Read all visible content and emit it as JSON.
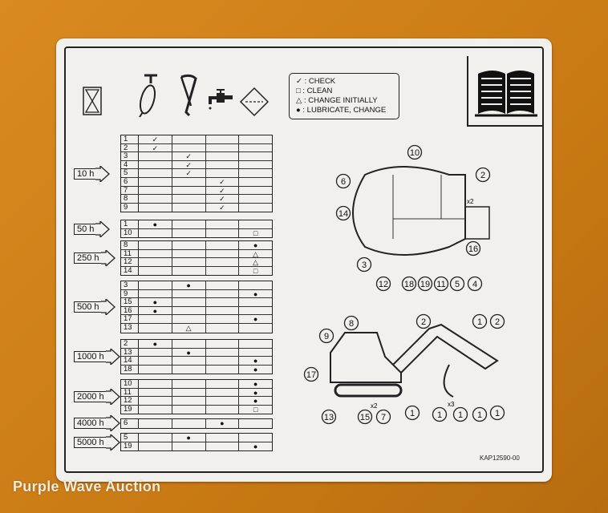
{
  "legend": {
    "items": [
      {
        "symbol": "✓",
        "text": ": CHECK"
      },
      {
        "symbol": "□",
        "text": ": CLEAN"
      },
      {
        "symbol": "△",
        "text": ": CHANGE INITIALLY"
      },
      {
        "symbol": "●",
        "text": ": LUBRICATE, CHANGE"
      }
    ]
  },
  "column_icons": [
    "hourglass-icon",
    "grease-gun-icon",
    "dipstick-icon",
    "drain-tap-icon",
    "diamond-filter-icon"
  ],
  "intervals": [
    {
      "label": "10 h",
      "rows": [
        [
          "1",
          "✓",
          "",
          "",
          ""
        ],
        [
          "2",
          "✓",
          "",
          "",
          ""
        ],
        [
          "3",
          "",
          "✓",
          "",
          ""
        ],
        [
          "4",
          "",
          "✓",
          "",
          ""
        ],
        [
          "5",
          "",
          "✓",
          "",
          ""
        ],
        [
          "6",
          "",
          "",
          "✓",
          ""
        ],
        [
          "7",
          "",
          "",
          "✓",
          ""
        ],
        [
          "8",
          "",
          "",
          "✓",
          ""
        ],
        [
          "9",
          "",
          "",
          "✓",
          ""
        ]
      ]
    },
    {
      "label": "50 h",
      "rows": [
        [
          "1",
          "●",
          "",
          "",
          ""
        ],
        [
          "10",
          "",
          "",
          "",
          "□"
        ]
      ]
    },
    {
      "label": "250 h",
      "rows": [
        [
          "8",
          "",
          "",
          "",
          "●"
        ],
        [
          "11",
          "",
          "",
          "",
          "△"
        ],
        [
          "12",
          "",
          "",
          "",
          "△"
        ],
        [
          "14",
          "",
          "",
          "",
          "□"
        ]
      ]
    },
    {
      "label": "500 h",
      "rows": [
        [
          "3",
          "",
          "●",
          "",
          ""
        ],
        [
          "9",
          "",
          "",
          "",
          "●"
        ],
        [
          "15",
          "●",
          "",
          "",
          ""
        ],
        [
          "16",
          "●",
          "",
          "",
          ""
        ],
        [
          "17",
          "",
          "",
          "",
          "●"
        ],
        [
          "13",
          "",
          "△",
          "",
          ""
        ]
      ]
    },
    {
      "label": "1000 h",
      "rows": [
        [
          "2",
          "●",
          "",
          "",
          ""
        ],
        [
          "13",
          "",
          "●",
          "",
          ""
        ],
        [
          "14",
          "",
          "",
          "",
          "●"
        ],
        [
          "18",
          "",
          "",
          "",
          "●"
        ]
      ]
    },
    {
      "label": "2000 h",
      "rows": [
        [
          "10",
          "",
          "",
          "",
          "●"
        ],
        [
          "11",
          "",
          "",
          "",
          "●"
        ],
        [
          "12",
          "",
          "",
          "",
          "●"
        ],
        [
          "19",
          "",
          "",
          "",
          "□"
        ]
      ]
    },
    {
      "label": "4000 h",
      "rows": [
        [
          "6",
          "",
          "",
          "●",
          ""
        ]
      ]
    },
    {
      "label": "5000 h",
      "rows": [
        [
          "5",
          "",
          "●",
          "",
          ""
        ],
        [
          "19",
          "",
          "",
          "",
          "●"
        ]
      ]
    }
  ],
  "top_view_callouts": [
    "10",
    "6",
    "2",
    "14",
    "16",
    "3",
    "12",
    "18",
    "19",
    "11",
    "5",
    "4"
  ],
  "top_view_multiplier": "x2",
  "side_view_callouts": [
    "9",
    "8",
    "2",
    "1",
    "2",
    "17",
    "13",
    "15",
    "7",
    "1",
    "1",
    "1",
    "1",
    "1"
  ],
  "side_view_multipliers": [
    "x2",
    "x3"
  ],
  "part_code": "KAP12590-00",
  "watermark": "Purple Wave Auction"
}
